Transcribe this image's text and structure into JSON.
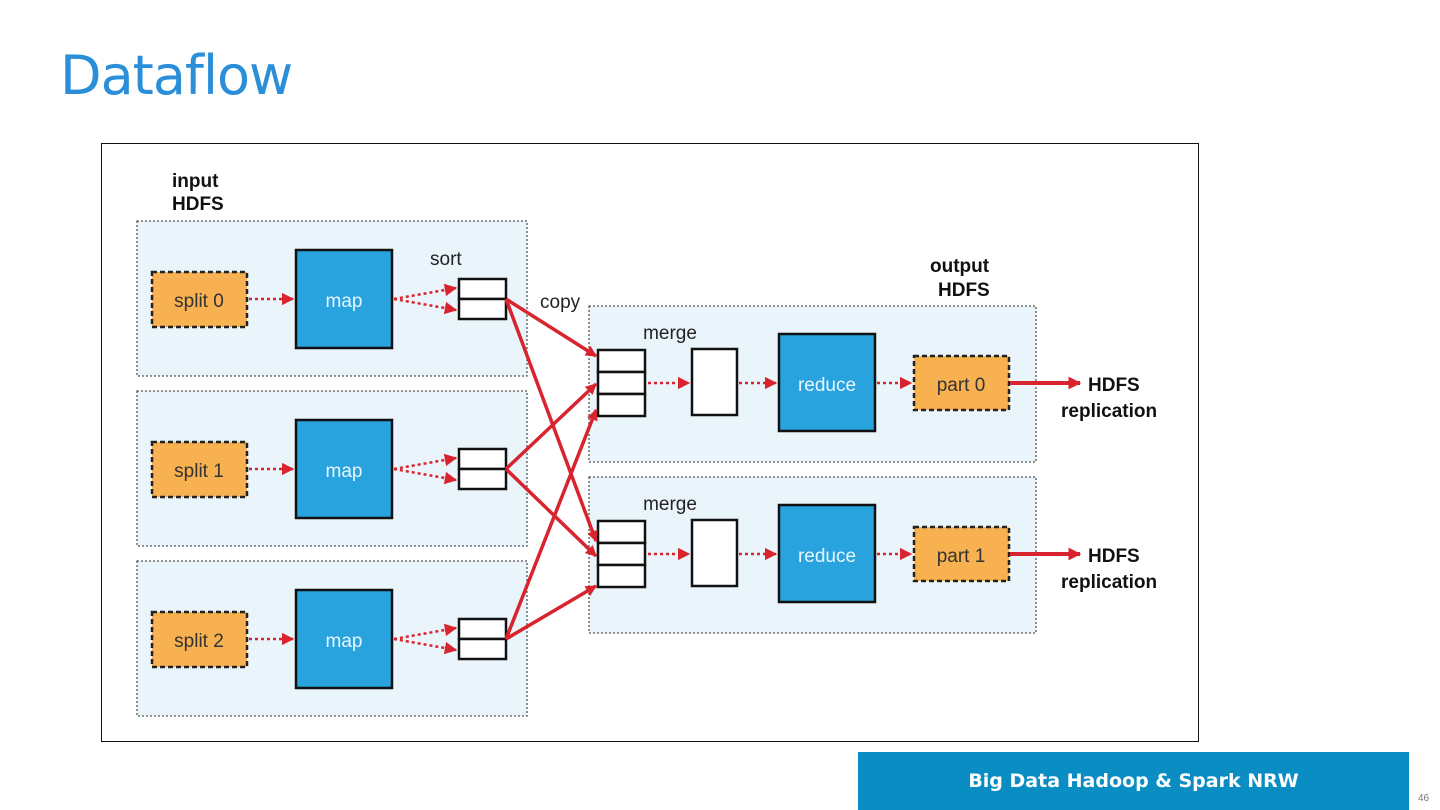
{
  "slide": {
    "title": "Dataflow",
    "footer": "Big Data Hadoop & Spark NRW",
    "page_number": "46"
  },
  "diagram": {
    "input_label": [
      "input",
      "HDFS"
    ],
    "output_label": [
      "output",
      "HDFS"
    ],
    "sort_label": "sort",
    "copy_label": "copy",
    "splits": [
      "split 0",
      "split 1",
      "split 2"
    ],
    "map_label": "map",
    "merge_label": "merge",
    "reduce_label": "reduce",
    "parts": [
      "part 0",
      "part 1"
    ],
    "replication_label": [
      "HDFS",
      "replication"
    ],
    "colors": {
      "map": "#29a3dd",
      "split": "#f8b150",
      "group": "#e9f4fb",
      "arrow": "#d9232e"
    }
  }
}
